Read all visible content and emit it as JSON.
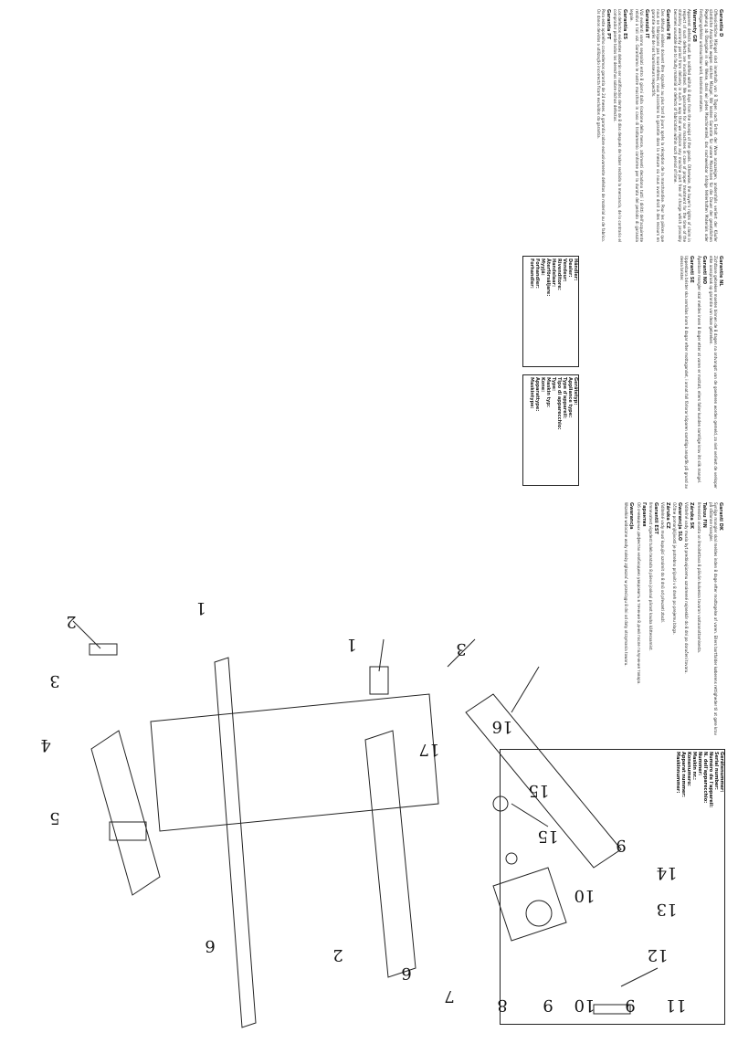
{
  "columns": [
    {
      "heading_1": "Garantie D",
      "body_1": "Offensichtliche Mängel sind innerhalb von 8 Tagen nach Erhalt der Ware anzuzeigen, andernfalls verliert der Käufer sämtliche Ansprüche wegen solcher Mängel. Wir leisten Garantie für unsere Maschinen für die Dauer der gesetzlichen Regelung ab Übergabe in der Weise, dass wir jedes Maschinenteil, das nachweisbar infolge fehlerhaften Materials oder Fertigungsfehler unbrauchbar wird, kostenlos ersetzen.",
      "heading_2": "Warranty GB",
      "body_2": "Apparent defects must be notified within 8 days from the receipt of the goods. Otherwise, the buyer's rights of claim in respect of such defects are invalidated. We guarantee for our machines in case of proper treatment for the time of the statutory warranty period from delivery in such a way that we replace any machine part free of charge which provably becomes unusable due to faulty material or defects of fabrication within such period of time.",
      "heading_3": "Garantie FR",
      "body_3": "Des défauts visibles doivent être signalés au plus tard 8 jours après la réception de la marchandise. Pour les pièces que nous ne fabriquons pas nous-mêmes, nous accordons la garantie dans la mesure où nous avons droit à des recours en garantie auprès de nos fournisseurs respectifs.",
      "heading_4": "Garanzia IT",
      "body_4": "Vizi evidenti vanno segnalati entro 8 giorni dalla ricezione della merce, altrimenti decadono tutti i diritti dell'acquirente relativi a tali vizi. Garantiamo le nostre macchine in caso di trattamento conforme per la durata del periodo di garanzia legale.",
      "heading_5": "Garantía ES",
      "body_5": "Los defectos evidentes deberán ser notificados dentro de 8 días después de haber recibido la mercancía, de lo contrario el comprador pierde todos los derechos sobre dichos defectos.",
      "heading_6": "Garantia PT",
      "body_6": "Para este aparelho concedemos garantia de 24 meses. A garantia cobre exclusivamente defeitos de material ou de fabrico. Os danos devidos a utilização incorrecta ficam excluídos da garantia."
    },
    {
      "heading_1": "Garantie NL",
      "body_1": "Zichtbare gebreken moeten binnen de 8 dagen na ontvangst van de goederen worden gemeld, zo niet verliest de verkoper elke aanspraak op garantie van deze gebreken.",
      "heading_2": "Garanti NO",
      "body_2": "Åpenbare mangler skal meldes innen 8 dager etter at varen er mottatt, ellers faller kunden samtlige krav iht slik mangel.",
      "heading_3": "Garanti SE",
      "body_3": "Uppenbara brister ska anmälas inom 8 dagar efter mottagandet, i annat fall förlorar köparen samtliga anspråk på grund av dessa brister.",
      "labels": [
        "Händler:",
        "Dealer:",
        "Vendeur:",
        "Rivenditore:",
        "Handelaar:",
        "Återförsäljare:",
        "Myyjä:",
        "Forhandler:",
        "Forhandler:"
      ],
      "labels_right": [
        "Gerätetyp:",
        "Appliance type:",
        "Type d'appareil:",
        "Tipo di apparecchio:",
        "Type:",
        "Maskin typ:",
        "Kone:",
        "Apparattype:",
        "Maskintype:"
      ]
    },
    {
      "heading_1": "Garanti DK",
      "body_1": "Synlige mangler skal meldes inden 8 dage efter modtagelse af varen. Ellers bortfalder køberens rettigheder til at gøre krav på sådanne mangler.",
      "heading_2": "Takuu FIN",
      "body_2": "Ilmeisistä vioista on ilmoitettava 8 päivän kuluessa tavaran vastaanottamisesta.",
      "heading_3": "Záruka SK",
      "body_3": "Viditeľné vady musia byť predávajúcemu oznámené najneskôr do 8 dní po doručení tovaru.",
      "heading_4": "Gwarancja SLO",
      "body_4": "Očitne pomanjkljivosti je potrebno prijaviti v 8 dneh po prejemu blaga.",
      "heading_5": "Záruka CZ",
      "body_5": "Viditelné vady musí kupující oznámit do 8 dnů od převzetí zboží.",
      "heading_6": "Garantii EST",
      "body_6": "Ilmnevatest vigadest tuleb teatada 8 päeva jooksul pärast kauba kättesaamist.",
      "heading_7": "Гарантия",
      "body_7": "Об очевидных дефектах необходимо уведомить в течение 8 дней после получения товара.",
      "heading_8": "Gwarancja",
      "body_8": "Wszelkie widoczne wady należy zgłaszać w przeciągu 8 dni od daty otrzymania towaru."
    }
  ],
  "fields": [
    "Gerätenummer:",
    "Serial number:",
    "Numéro de l'appareil:",
    "N. dell'apparecchio:",
    "Nummer:",
    "Maskin nr.:",
    "Konenumero:",
    "Apparat nummer:",
    "Maskinnummer:"
  ],
  "part_numbers": [
    "1",
    "2",
    "3",
    "4",
    "5",
    "6",
    "7",
    "8",
    "9",
    "10",
    "11",
    "12",
    "13",
    "14",
    "15",
    "16",
    "17"
  ]
}
